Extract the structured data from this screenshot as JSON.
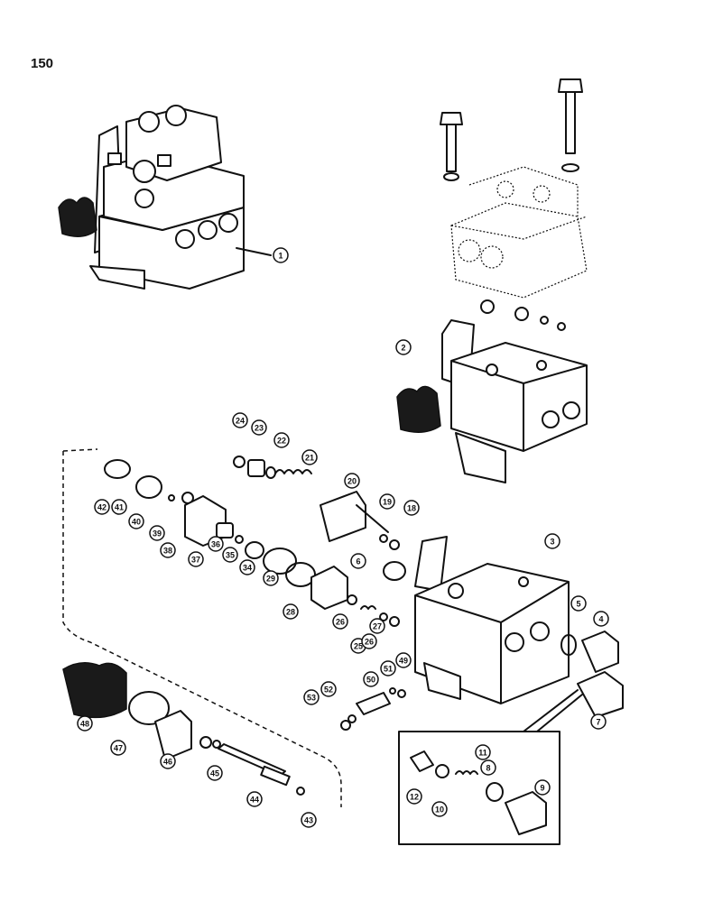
{
  "page_number": "150",
  "callouts": [
    "1",
    "2",
    "3",
    "4",
    "5",
    "6",
    "7",
    "8",
    "9",
    "10",
    "11",
    "12",
    "18",
    "19",
    "20",
    "21",
    "22",
    "23",
    "24",
    "25",
    "26",
    "26",
    "27",
    "28",
    "29",
    "34",
    "35",
    "36",
    "37",
    "38",
    "39",
    "40",
    "41",
    "42",
    "43",
    "44",
    "45",
    "46",
    "47",
    "48",
    "49",
    "50",
    "51",
    "52",
    "53"
  ]
}
